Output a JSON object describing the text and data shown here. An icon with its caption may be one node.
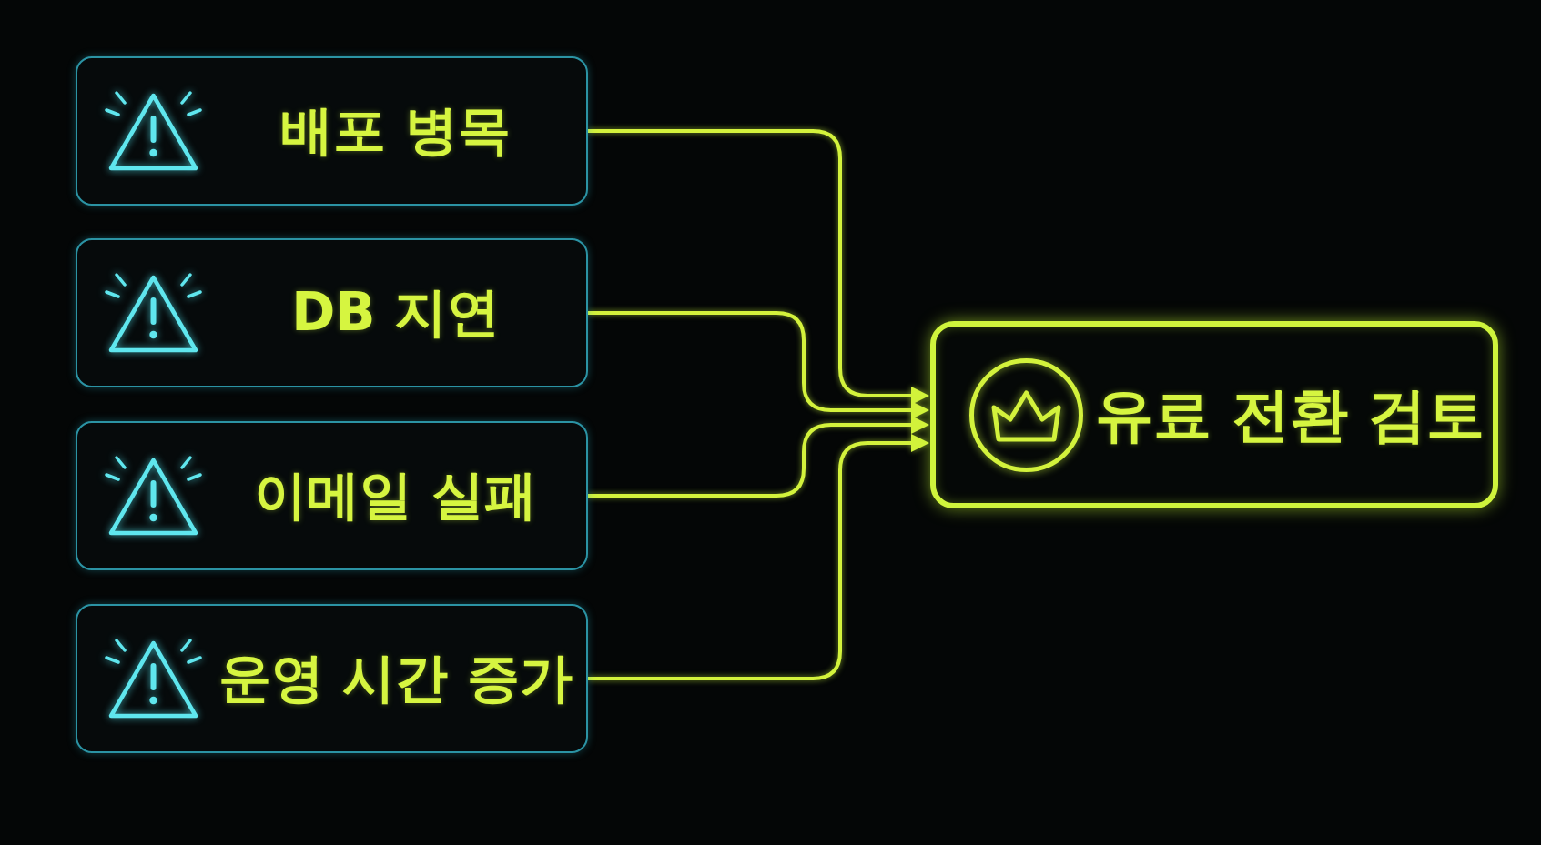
{
  "diagram": {
    "nodes": [
      {
        "text": [
          "배포 병목"
        ]
      },
      {
        "text": [
          "DB 지연"
        ]
      },
      {
        "text": [
          "이메일 실패"
        ]
      },
      {
        "text": [
          "운영 시간 증가"
        ]
      },
      {
        "text": [
          "유료 전환 검토"
        ]
      }
    ],
    "edges": [
      {
        "from": 0,
        "to": 4,
        "arrow": "to"
      },
      {
        "from": 1,
        "to": 4,
        "arrow": "to"
      },
      {
        "from": 2,
        "to": 4,
        "arrow": "to"
      },
      {
        "from": 3,
        "to": 4,
        "arrow": "to"
      }
    ]
  }
}
